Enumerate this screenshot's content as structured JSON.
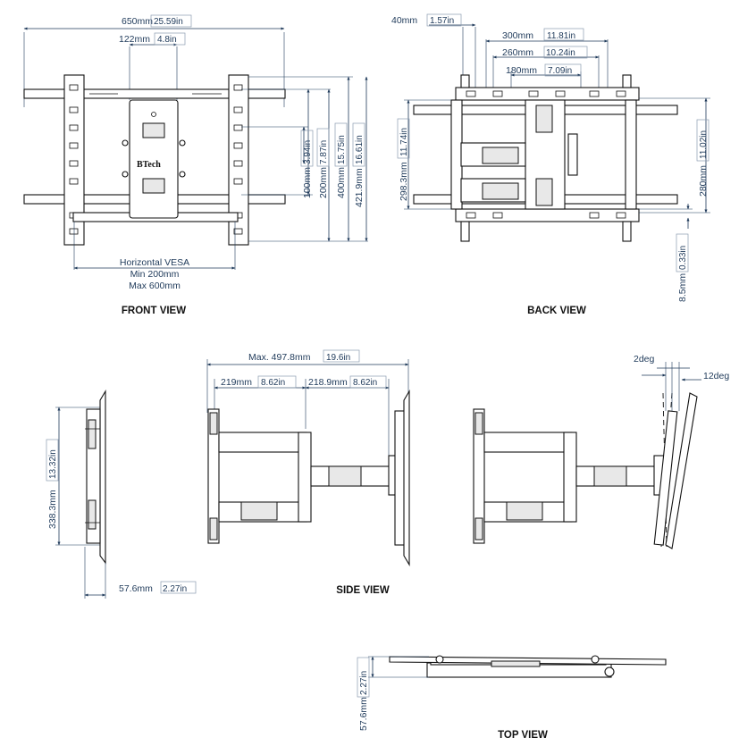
{
  "views": {
    "front": {
      "title": "FRONT VIEW",
      "brand": "BTech",
      "dims": {
        "width_mm": "650mm",
        "width_in": "25.59in",
        "plate_mm": "122mm",
        "plate_in": "4.8in",
        "h100_mm": "100mm",
        "h100_in": "3.94in",
        "h200_mm": "200mm",
        "h200_in": "7.87in",
        "h400_mm": "400mm",
        "h400_in": "15.75in",
        "h4219_mm": "421.9mm",
        "h4219_in": "16.61in"
      },
      "vesa": {
        "label": "Horizontal VESA",
        "min": "Min 200mm",
        "max": "Max 600mm"
      }
    },
    "back": {
      "title": "BACK VIEW",
      "dims": {
        "d40_mm": "40mm",
        "d40_in": "1.57in",
        "d300_mm": "300mm",
        "d300_in": "11.81in",
        "d260_mm": "260mm",
        "d260_in": "10.24in",
        "d180_mm": "180mm",
        "d180_in": "7.09in",
        "h2983_mm": "298.3mm",
        "h2983_in": "11.74in",
        "h280_mm": "280mm",
        "h280_in": "11.02in",
        "h85_mm": "8.5mm",
        "h85_in": "0.33in"
      }
    },
    "side": {
      "title": "SIDE VIEW",
      "dims": {
        "max_mm": "Max. 497.8mm",
        "max_in": "19.6in",
        "a219_mm": "219mm",
        "a219_in": "8.62in",
        "b2189_mm": "218.9mm",
        "b2189_in": "8.62in",
        "h3383_mm": "338.3mm",
        "h3383_in": "13.32in",
        "d576_mm": "57.6mm",
        "d576_in": "2.27in",
        "tilt_up": "2deg",
        "tilt_down": "12deg"
      }
    },
    "top": {
      "title": "TOP VIEW",
      "dims": {
        "d576_mm": "57.6mm",
        "d576_in": "2.27in"
      }
    }
  },
  "colors": {
    "dimension": "#1f3a5a",
    "outline": "#111111",
    "background": "#ffffff"
  }
}
